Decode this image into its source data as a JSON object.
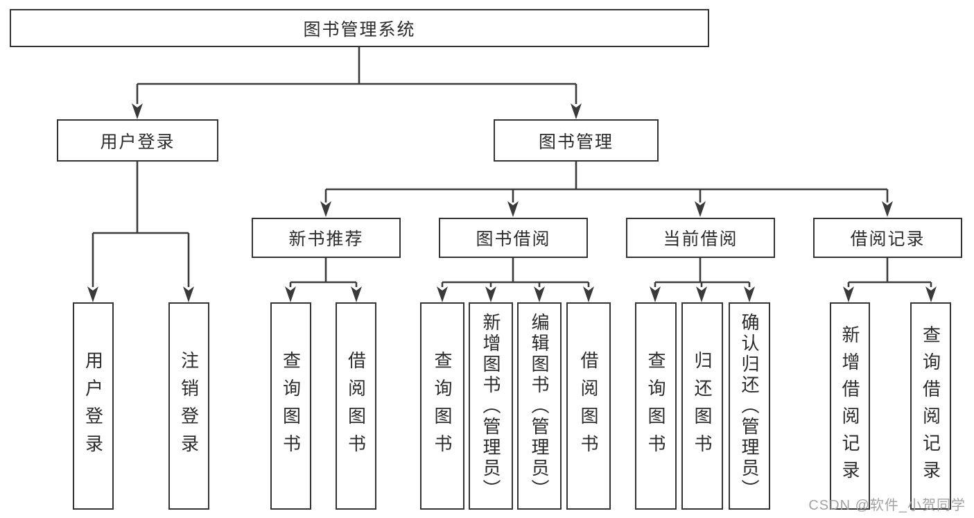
{
  "diagram": {
    "root": "图书管理系统",
    "level2": [
      "用户登录",
      "图书管理"
    ],
    "level3": [
      "新书推荐",
      "图书借阅",
      "当前借阅",
      "借阅记录"
    ],
    "leaves": [
      "用户登录",
      "注销登录",
      "查询图书",
      "借阅图书",
      "查询图书",
      "新增图书（管理员）",
      "编辑图书（管理员）",
      "借阅图书",
      "查询图书",
      "归还图书",
      "确认归还（管理员）",
      "新增借阅记录",
      "查询借阅记录"
    ],
    "watermark": "CSDN @软件_小贺同学",
    "colors": {
      "line": "#3a3a3a",
      "box_border": "#333333",
      "text": "#2b2b2b",
      "watermark": "#9e9e9e",
      "background": "#ffffff"
    }
  }
}
